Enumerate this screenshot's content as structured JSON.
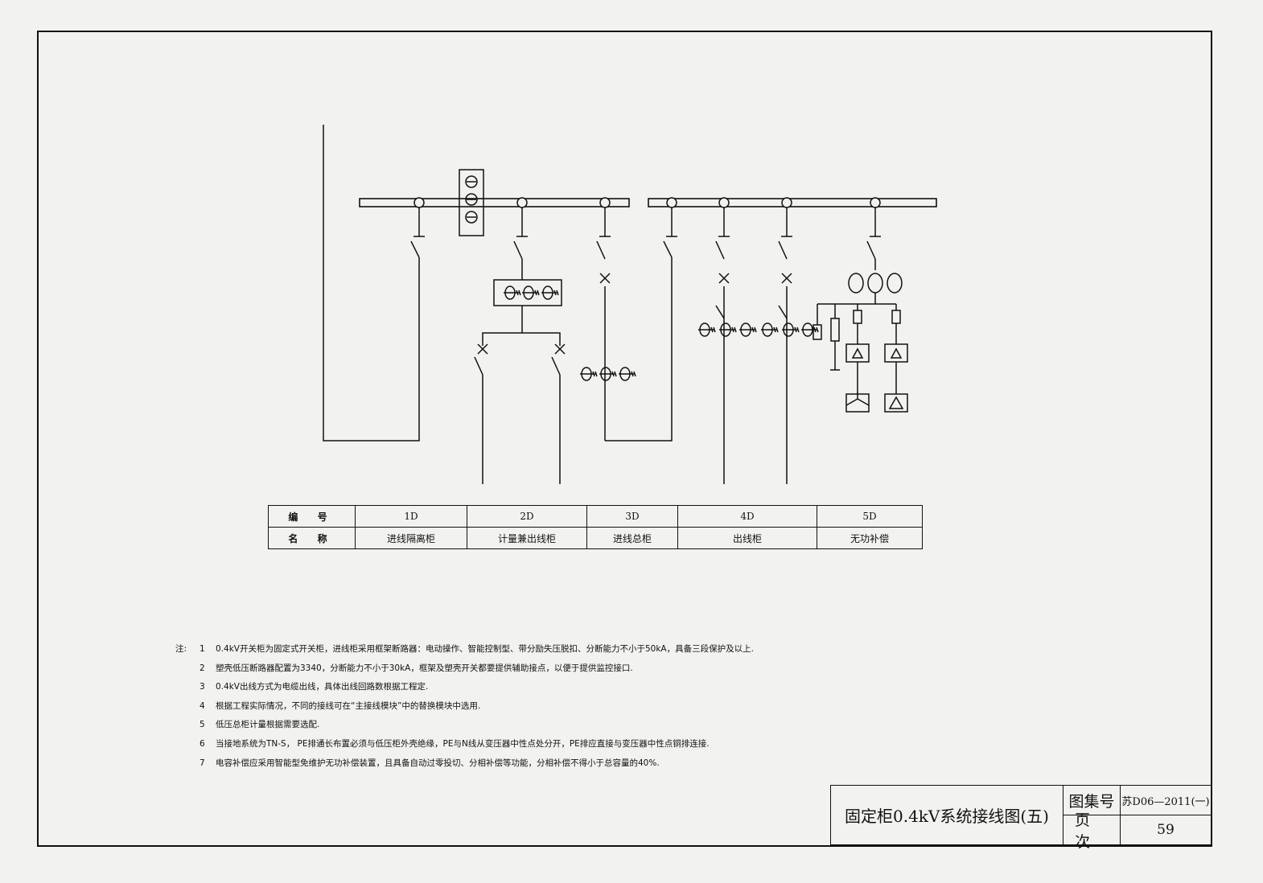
{
  "colors": {
    "paper": "#f2f2f0",
    "ink": "#111111"
  },
  "cabinets": {
    "row_labels": {
      "code": "编 号",
      "name": "名 称"
    },
    "codes": [
      "1D",
      "2D",
      "3D",
      "4D",
      "5D"
    ],
    "names": [
      "进线隔离柜",
      "计量兼出线柜",
      "进线总柜",
      "出线柜",
      "无功补偿"
    ]
  },
  "notes": {
    "label": "注:",
    "items": [
      {
        "num": "1",
        "text": "0.4kV开关柜为固定式开关柜，进线柜采用框架断路器：电动操作、智能控制型、带分励失压脱扣、分断能力不小于50kA，具备三段保护及以上."
      },
      {
        "num": "2",
        "text": "塑壳低压断路器配置为3340，分断能力不小于30kA，框架及塑壳开关都要提供辅助接点，以便于提供监控接口."
      },
      {
        "num": "3",
        "text": "0.4kV出线方式为电缆出线，具体出线回路数根据工程定."
      },
      {
        "num": "4",
        "text": "根据工程实际情况，不同的接线可在“主接线模块”中的替换模块中选用."
      },
      {
        "num": "5",
        "text": "低压总柜计量根据需要选配."
      },
      {
        "num": "6",
        "text": "当接地系统为TN-S，  PE排通长布置必须与低压柜外壳绝缘，PE与N线从变压器中性点处分开，PE排应直接与变压器中性点铜排连接."
      },
      {
        "num": "7",
        "text": "电容补偿应采用智能型免维护无功补偿装置，且具备自动过零投切、分相补偿等功能，分相补偿不得小于总容量的40%."
      }
    ]
  },
  "title_block": {
    "title": "固定柜0.4kV系统接线图(五)",
    "atlas_label": "图集号",
    "atlas_value": "苏D06—2011(一)",
    "page_label": "页次",
    "page_value": "59"
  }
}
